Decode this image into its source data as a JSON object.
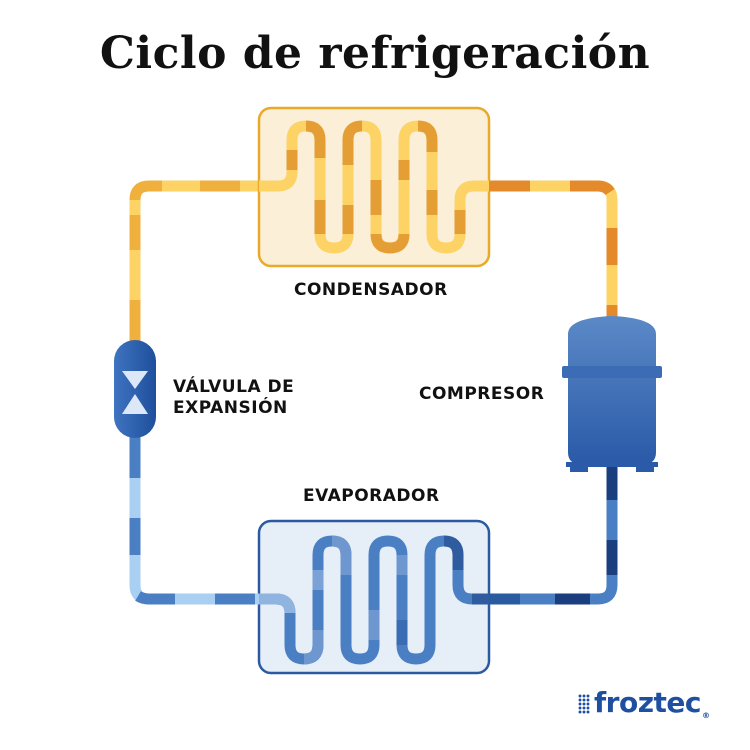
{
  "title": "Ciclo de refrigeración",
  "components": {
    "condenser": {
      "label": "CONDENSADOR"
    },
    "expansion_valve": {
      "label_line1": "VÁLVULA DE",
      "label_line2": "EXPANSIÓN"
    },
    "compressor": {
      "label": "COMPRESOR"
    },
    "evaporator": {
      "label": "EVAPORADOR"
    }
  },
  "logo": {
    "text": "froztec",
    "mark": "®"
  },
  "colors": {
    "hot_light": "#fdd365",
    "hot_mid": "#f0b03e",
    "hot_dark": "#e58a2a",
    "condenser_bg": "#fbefd7",
    "condenser_border": "#e9a929",
    "cold_light": "#a9cff3",
    "cold_mid": "#4a7fc4",
    "cold_dark": "#1b3f7e",
    "evaporator_bg": "#e6eef8",
    "evaporator_border": "#2a5aa0",
    "device_blue": "#2f62b0",
    "brand": "#1f4fa0"
  }
}
